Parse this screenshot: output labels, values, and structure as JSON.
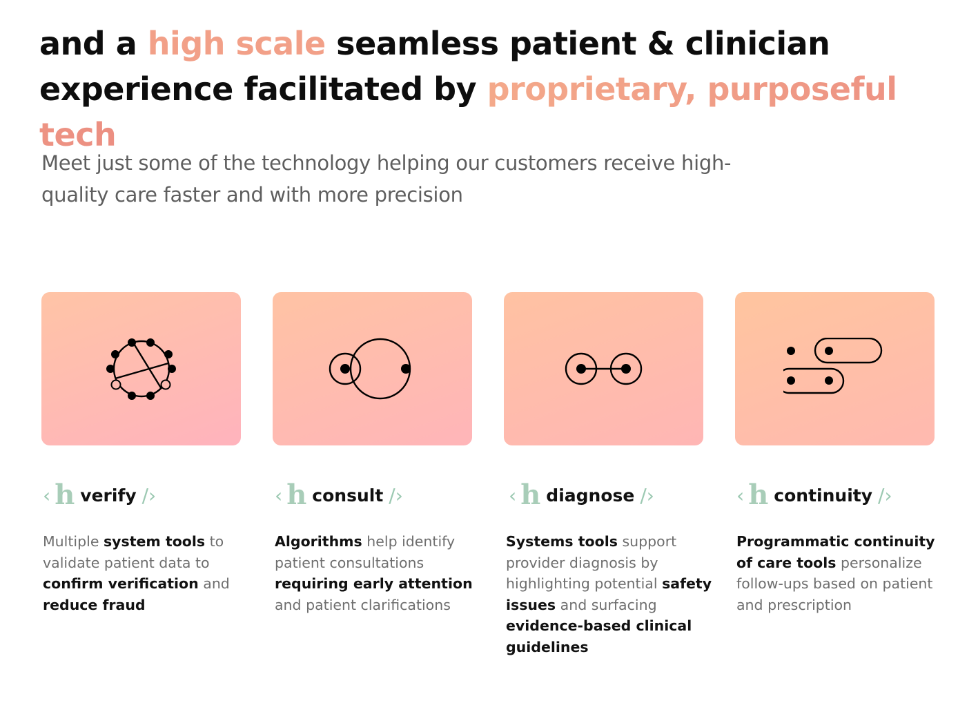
{
  "headline": {
    "part1": "and a ",
    "accent1": "high scale",
    "part2": " seamless patient & clinician experience facilitated by ",
    "accent2": "proprietary, purposeful tech"
  },
  "subhead": "Meet just some of the technology helping our customers receive high-quality care faster and with more precision",
  "colors": {
    "accent": "#f2a088",
    "tag_green": "#a8cdb8",
    "card_top": "#ffc4a6",
    "card_bottom": "#ffb3bd"
  },
  "tag_tokens": {
    "open": "‹",
    "h": "h",
    "close": "/›"
  },
  "features": [
    {
      "icon": "network-ring-icon",
      "name": "verify",
      "desc": [
        {
          "t": "Multiple ",
          "b": false
        },
        {
          "t": "system tools",
          "b": true
        },
        {
          "t": " to validate patient data to ",
          "b": false
        },
        {
          "t": "confirm verification",
          "b": true
        },
        {
          "t": " and ",
          "b": false
        },
        {
          "t": "reduce fraud",
          "b": true
        }
      ]
    },
    {
      "icon": "overlapping-circles-icon",
      "name": "consult",
      "desc": [
        {
          "t": "Algorithms",
          "b": true
        },
        {
          "t": " help identify patient consultations ",
          "b": false
        },
        {
          "t": "requiring early attention",
          "b": true
        },
        {
          "t": " and patient clarifications",
          "b": false
        }
      ]
    },
    {
      "icon": "linked-nodes-icon",
      "name": "diagnose",
      "desc": [
        {
          "t": "Systems tools",
          "b": true
        },
        {
          "t": " support provider diagnosis by highlighting potential ",
          "b": false
        },
        {
          "t": "safety issues",
          "b": true
        },
        {
          "t": " and surfacing ",
          "b": false
        },
        {
          "t": "evidence-based clinical guidelines",
          "b": true
        }
      ]
    },
    {
      "icon": "capsule-dots-icon",
      "name": "continuity",
      "desc": [
        {
          "t": "Programmatic continuity of care tools",
          "b": true
        },
        {
          "t": " personalize follow-ups based on patient and prescription",
          "b": false
        }
      ]
    }
  ]
}
